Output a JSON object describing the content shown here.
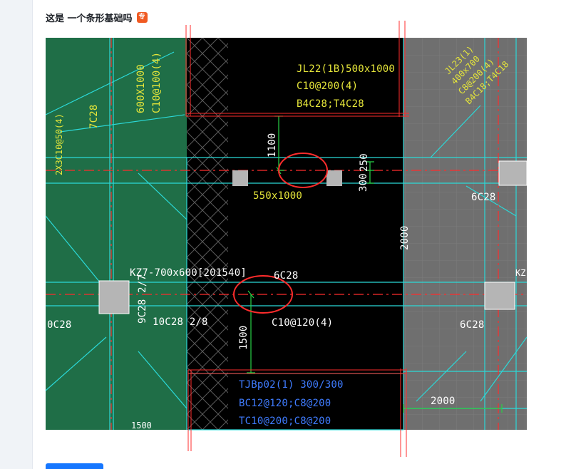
{
  "post": {
    "title": "这是 一个条形基础吗",
    "badge": "专"
  },
  "drawing": {
    "labels": {
      "jl22": "JL22(1B)500x1000",
      "jl22_stirrup": "C10@200(4)",
      "jl22_bars": "B4C28;T4C28",
      "dim_1100": "1100",
      "dim_250": "250",
      "dim_300": "300",
      "beam_550": "550x1000",
      "dim_2000_vertical": "2000",
      "left_vertical_1": "600X1000",
      "left_vertical_2": "C10@100(4)",
      "left_7c28": "7C28",
      "left_stirrup": "2X3C10@50(4)",
      "right_top_1": "JL23(1)",
      "right_top_2": "400x700",
      "right_top_3": "C8@200(4)",
      "right_top_4": "B4C18;T4C18",
      "right_6c28_top": "6C28",
      "kz7": "KZ7-700x600[201540]",
      "mid_6c28": "6C28",
      "left_9c28": "9C28 2/7",
      "left_10c28": "10C28 2/8",
      "left_edge_c28": "0C28",
      "stirrup_c10_120": "C10@120(4)",
      "dim_1500": "1500",
      "right_6c28_bottom": "6C28",
      "tjbp02": "TJBp02(1) 300/300",
      "bc": "BC12@120;C8@200",
      "tc": "TC10@200;C8@200",
      "dim_2000_bottom": "2000",
      "bottom_left_cut": "1500",
      "right_edge_kz": "KZ"
    },
    "colors": {
      "green_area": "#1f6e47",
      "black_area": "#000000",
      "gray_area": "#6f6f6f",
      "cyan": "#2bd9d8",
      "yellow": "#e6e63a",
      "red": "#ff2c2c",
      "white": "#ffffff",
      "blue_text": "#3f7cff",
      "green_line": "#27d146"
    }
  },
  "button": {
    "label": ""
  }
}
